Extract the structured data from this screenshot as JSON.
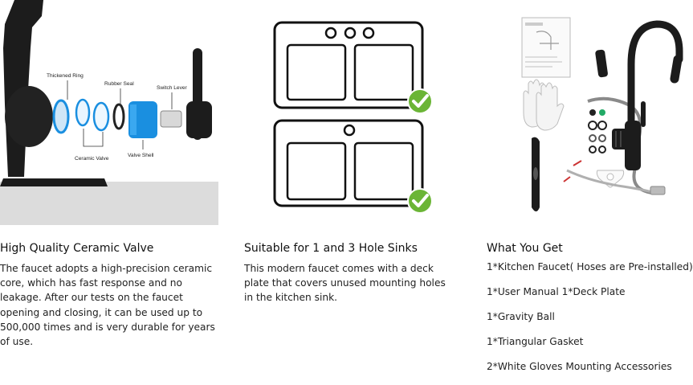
{
  "features": [
    {
      "title": "High Quality Ceramic Valve",
      "description": "The faucet adopts a high-precision ceramic core, which has fast response and no leakage. After our tests on the faucet opening and closing, it can be used up to 500,000 times and is very durable for years of use.",
      "callouts": {
        "thickened_ring": "Thickened Ring",
        "rubber_seal": "Rubber Seal",
        "switch_lever": "Switch Lever",
        "ceramic_valve": "Ceramic Valve",
        "valve_shell": "Valve Shell"
      }
    },
    {
      "title": "Suitable for 1 and 3 Hole Sinks",
      "description": "This modern faucet comes with a deck plate that covers unused mounting holes in the kitchen sink.",
      "check_color": "#6bb536"
    },
    {
      "title": "What You Get",
      "items": [
        "1*Kitchen Faucet( Hoses are Pre-installed)",
        "1*User Manual 1*Deck Plate",
        "1*Gravity Ball",
        "1*Triangular Gasket",
        "2*White Gloves Mounting Accessories"
      ]
    }
  ],
  "colors": {
    "faucet_black": "#1c1c1c",
    "valve_blue": "#1a8fe0",
    "floor_gray": "#dcdcdc",
    "check_green": "#6bb536"
  }
}
